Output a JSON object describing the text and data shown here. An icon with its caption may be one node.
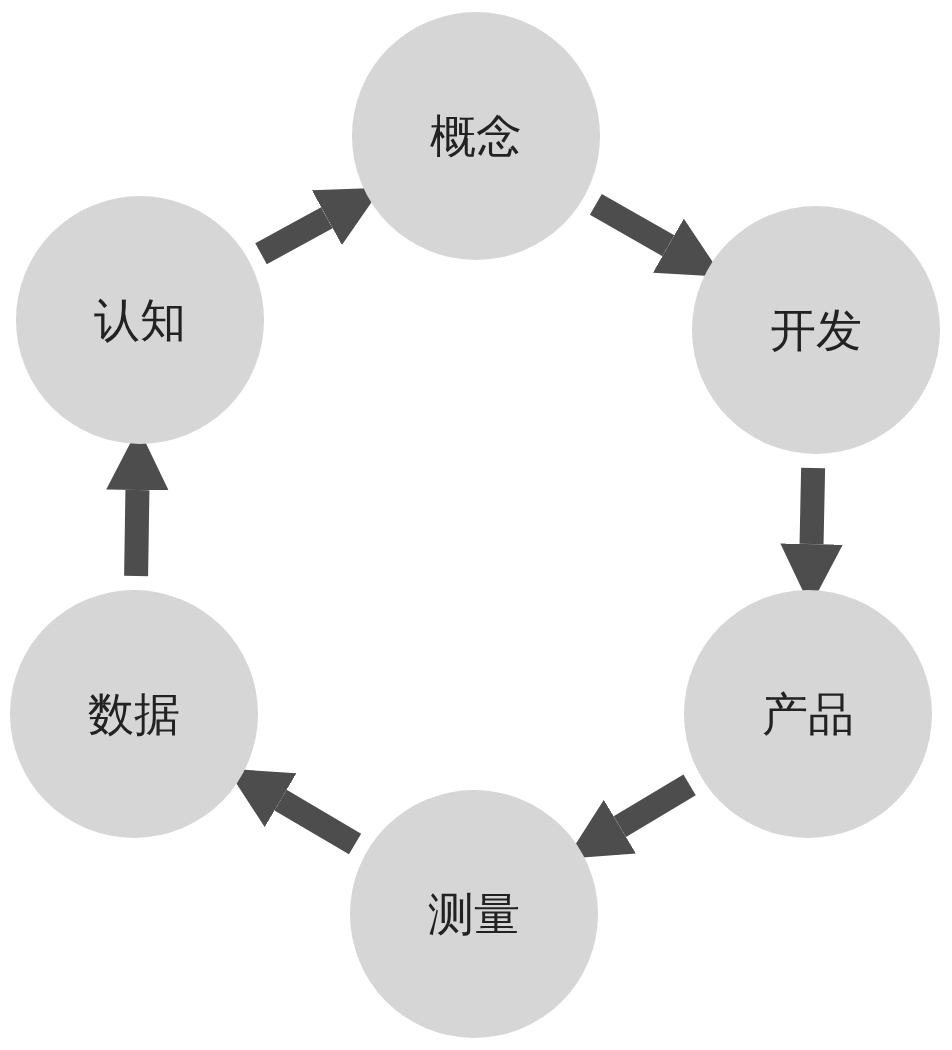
{
  "diagram": {
    "nodes": [
      {
        "text": [
          "概念"
        ]
      },
      {
        "text": [
          "开发"
        ]
      },
      {
        "text": [
          "产品"
        ]
      },
      {
        "text": [
          "测量"
        ]
      },
      {
        "text": [
          "数据"
        ]
      },
      {
        "text": [
          "认知"
        ]
      }
    ],
    "edges": [
      {
        "from": 0,
        "to": 1,
        "arrow": "to"
      },
      {
        "from": 1,
        "to": 2,
        "arrow": "to"
      },
      {
        "from": 2,
        "to": 3,
        "arrow": "to"
      },
      {
        "from": 3,
        "to": 4,
        "arrow": "to"
      },
      {
        "from": 4,
        "to": 5,
        "arrow": "to"
      },
      {
        "from": 5,
        "to": 0,
        "arrow": "to"
      }
    ]
  }
}
